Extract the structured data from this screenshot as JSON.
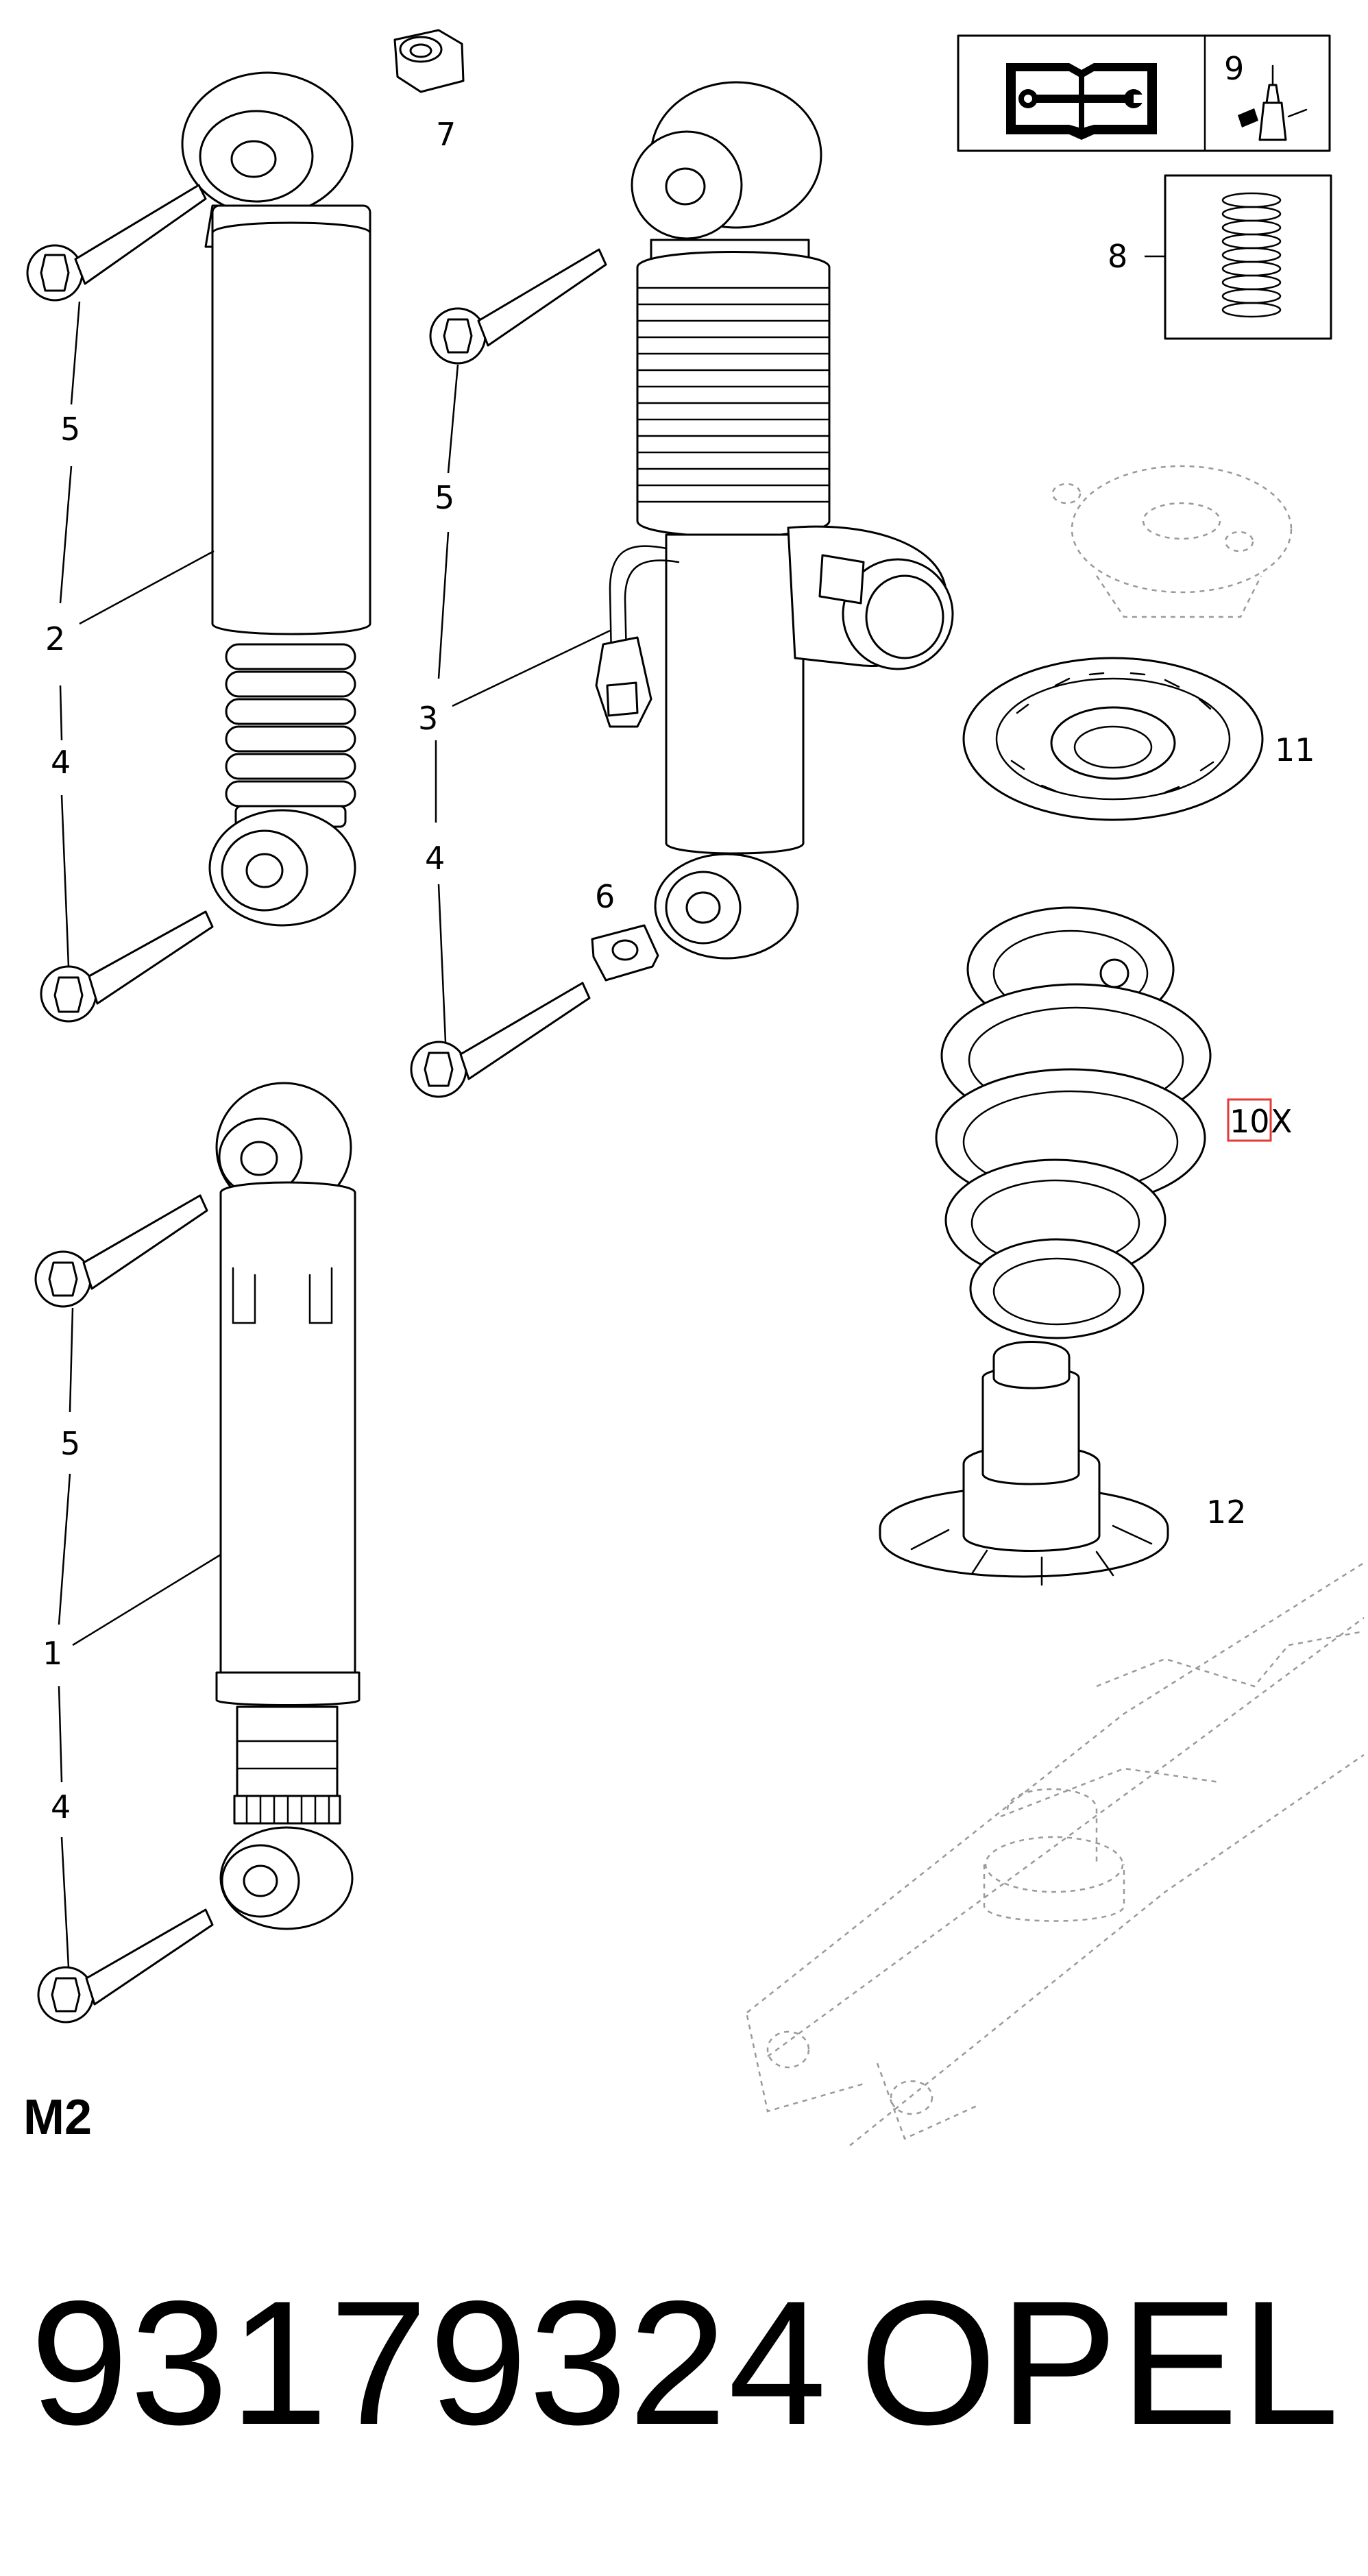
{
  "diagram": {
    "callouts": {
      "c1": "1",
      "c2": "2",
      "c3": "3",
      "c4a": "4",
      "c4b": "4",
      "c4c": "4",
      "c5a": "5",
      "c5b": "5",
      "c5c": "5",
      "c6": "6",
      "c7": "7",
      "c8": "8",
      "c9": "9",
      "c10": "10",
      "c10suffix": "X",
      "c11": "11",
      "c12": "12"
    },
    "legend_icons": [
      "repair-manual-icon",
      "adhesive-bottle-icon"
    ],
    "highlight_color": "#e53935",
    "ghost_line_color": "#9a9a9a"
  },
  "footer": {
    "variant": "M2",
    "part_number": "93179324",
    "brand": "OPEL"
  }
}
